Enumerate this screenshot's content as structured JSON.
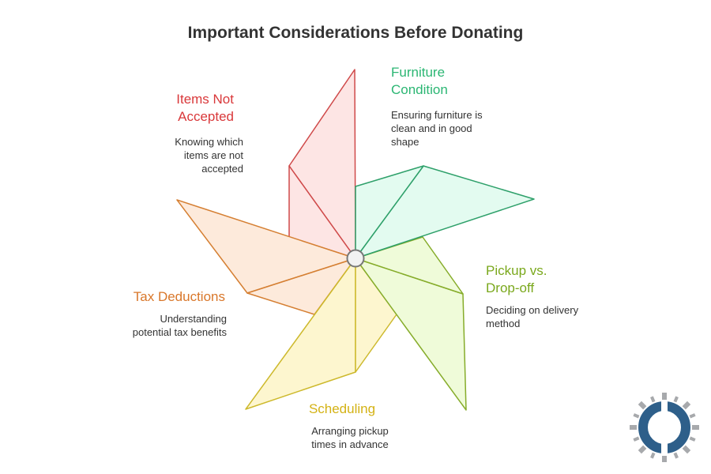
{
  "title": "Important Considerations Before Donating",
  "items": [
    {
      "heading": [
        "Furniture",
        "Condition"
      ],
      "description": [
        "Ensuring furniture is",
        "clean and in good",
        "shape"
      ],
      "color": "#2bb673",
      "fill": "#e3fbf0",
      "stroke": "#2ea06a"
    },
    {
      "heading": [
        "Pickup vs.",
        "Drop-off"
      ],
      "description": [
        "Deciding on delivery",
        "method"
      ],
      "color": "#7aa81c",
      "fill": "#effbd9",
      "stroke": "#86ac2a"
    },
    {
      "heading": [
        "Scheduling"
      ],
      "description": [
        "Arranging pickup",
        "times in advance"
      ],
      "color": "#d4b214",
      "fill": "#fdf6cf",
      "stroke": "#cdb92c"
    },
    {
      "heading": [
        "Tax Deductions"
      ],
      "description": [
        "Understanding",
        "potential tax benefits"
      ],
      "color": "#d9772a",
      "fill": "#fdeadb",
      "stroke": "#d57f32"
    },
    {
      "heading": [
        "Items Not",
        "Accepted"
      ],
      "description": [
        "Knowing which",
        "items are not",
        "accepted"
      ],
      "color": "#d9383a",
      "fill": "#fde5e4",
      "stroke": "#cf4a4a"
    }
  ],
  "logo_icon": "gear-circle-logo-icon"
}
